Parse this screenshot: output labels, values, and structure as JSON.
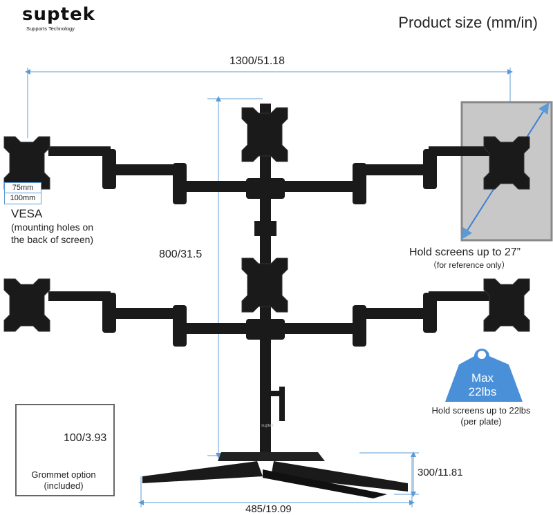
{
  "brand": {
    "name": "suptek",
    "tagline": "Supports Technology"
  },
  "title": "Product size (mm/in)",
  "dimensions": {
    "width": "1300/51.18",
    "height": "800/31.5",
    "base_width": "485/19.09",
    "base_height": "300/11.81",
    "grommet": "100/3.93"
  },
  "vesa": {
    "sizes": [
      "75mm",
      "100mm"
    ],
    "label": "VESA",
    "desc_line1": "(mounting holes on",
    "desc_line2": "the back of screen)"
  },
  "screen_note": {
    "main": "Hold screens up to 27”",
    "sub": "（for reference only）"
  },
  "weight": {
    "badge_line1": "Max",
    "badge_line2": "22lbs",
    "note_line1": "Hold screens up to 22lbs",
    "note_line2": "(per plate)",
    "badge_color": "#4a90d9"
  },
  "grommet": {
    "label_line1": "Grommet option",
    "label_line2": "(included)"
  },
  "pole_brand": "suptek",
  "colors": {
    "dimension_line": "#5b9bd5",
    "metal": "#1a1a1a"
  }
}
